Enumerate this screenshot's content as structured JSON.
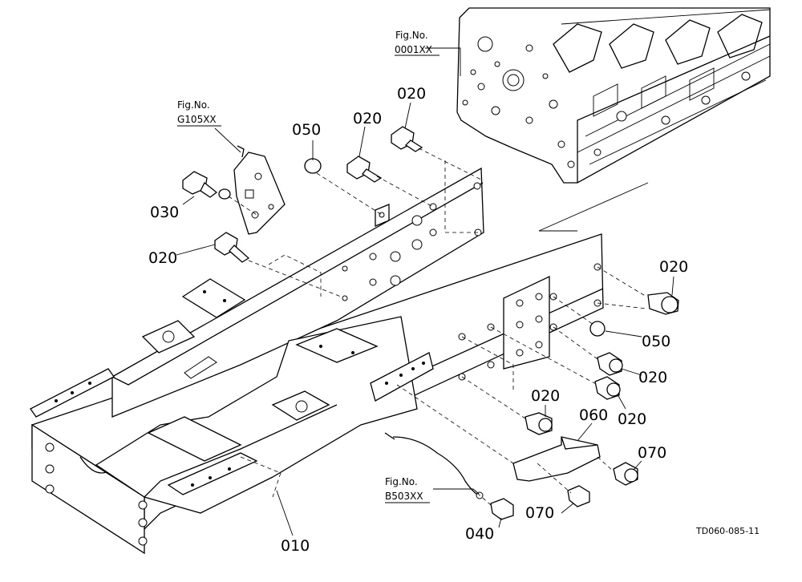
{
  "figure_refs": [
    {
      "label": "Fig.No.",
      "code": "0001XX"
    },
    {
      "label": "Fig.No.",
      "code": "G105XX"
    },
    {
      "label": "Fig.No.",
      "code": "B503XX"
    }
  ],
  "callouts": [
    "020",
    "050",
    "020",
    "030",
    "020",
    "020",
    "050",
    "020",
    "020",
    "020",
    "060",
    "070",
    "070",
    "040",
    "010"
  ],
  "document_id": "TD060-085-11"
}
